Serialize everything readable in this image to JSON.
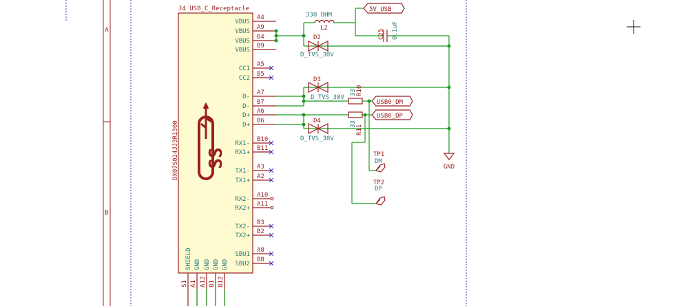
{
  "sheet": {
    "zones": [
      "A",
      "B"
    ]
  },
  "connector": {
    "reference": "J4",
    "value": "USB_C_Receptacle",
    "part_number": "DX07S024JJ3R1300",
    "pins_left": [
      {
        "name": "VBUS",
        "num": "A4"
      },
      {
        "name": "VBUS",
        "num": "A9"
      },
      {
        "name": "VBUS",
        "num": "B4"
      },
      {
        "name": "VBUS",
        "num": "B9"
      },
      {
        "name": "CC1",
        "num": "A5"
      },
      {
        "name": "CC2",
        "num": "B5"
      },
      {
        "name": "D-",
        "num": "A7"
      },
      {
        "name": "D-",
        "num": "B7"
      },
      {
        "name": "D+",
        "num": "A6"
      },
      {
        "name": "D+",
        "num": "B6"
      },
      {
        "name": "RX1-",
        "num": "B10"
      },
      {
        "name": "RX1+",
        "num": "B11"
      },
      {
        "name": "TX1-",
        "num": "A3"
      },
      {
        "name": "TX1+",
        "num": "A2"
      },
      {
        "name": "RX2-",
        "num": "A10"
      },
      {
        "name": "RX2+",
        "num": "A11"
      },
      {
        "name": "TX2-",
        "num": "B3"
      },
      {
        "name": "TX2+",
        "num": "B2"
      },
      {
        "name": "SBU1",
        "num": "A8"
      },
      {
        "name": "SBU2",
        "num": "B8"
      }
    ],
    "pins_bottom": [
      {
        "name": "SHIELD",
        "num": "S1"
      },
      {
        "name": "GND",
        "num": "A1"
      },
      {
        "name": "GND",
        "num": "A12"
      },
      {
        "name": "GND",
        "num": "B1"
      },
      {
        "name": "GND",
        "num": "B12"
      }
    ]
  },
  "inductor": {
    "value": "330 OHM",
    "reference": "L2"
  },
  "capacitor": {
    "reference": "C25",
    "value": "0.1uF"
  },
  "diodes": [
    {
      "reference": "D2",
      "value": "D_TVS_30V"
    },
    {
      "reference": "D3",
      "value": "D_TVS_30V"
    },
    {
      "reference": "D4",
      "value": "D_TVS_30V"
    }
  ],
  "resistors": [
    {
      "reference": "R10",
      "value": "33"
    },
    {
      "reference": "R11",
      "value": "33"
    }
  ],
  "net_labels": {
    "vusb": "5V_USB",
    "usb_dm": "USB0_DM",
    "usb_dp": "USB0_DP",
    "gnd": "GND"
  },
  "test_points": [
    {
      "reference": "TP1",
      "value": "DM"
    },
    {
      "reference": "TP2",
      "value": "DP"
    }
  ],
  "colors": {
    "component": "#9a1f1f",
    "pin_text": "#2a7a7a",
    "wire": "#1f9a1f",
    "body_fill": "#fffbd1",
    "no_connect": "#3a3ad0",
    "frame": "#3a3ad0"
  },
  "icons": [
    "crosshair-cursor-icon",
    "usb-logo-icon",
    "no-connect-icon",
    "ground-icon",
    "test-point-icon"
  ]
}
